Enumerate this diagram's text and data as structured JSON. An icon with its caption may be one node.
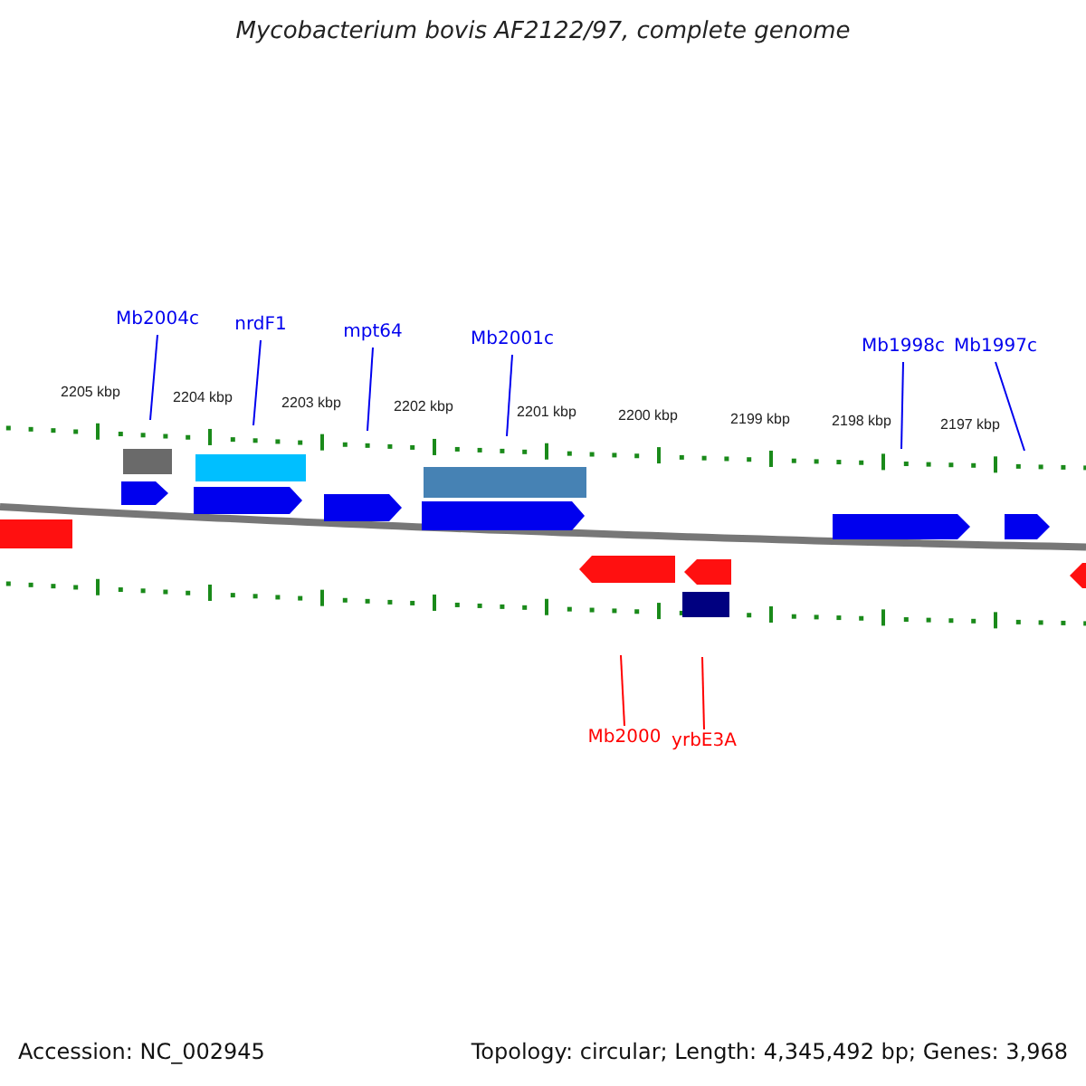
{
  "diagram": {
    "title": "Mycobacterium bovis AF2122/97, complete genome",
    "nodes": [
      {
        "text": [
          "Mb2004c"
        ]
      },
      {
        "text": [
          "nrdF1"
        ]
      },
      {
        "text": [
          "mpt64"
        ]
      },
      {
        "text": [
          "Mb2001c"
        ]
      },
      {
        "text": [
          "Mb1998c"
        ]
      },
      {
        "text": [
          "Mb1997c"
        ]
      },
      {
        "text": [
          "Mb2000"
        ]
      },
      {
        "text": [
          "yrbE3A"
        ]
      }
    ],
    "edges": [
      {
        "from": 0,
        "to": null,
        "arrow": "none"
      },
      {
        "from": 1,
        "to": null,
        "arrow": "none"
      },
      {
        "from": 2,
        "to": null,
        "arrow": "none"
      },
      {
        "from": 3,
        "to": null,
        "arrow": "none"
      },
      {
        "from": 4,
        "to": null,
        "arrow": "none"
      },
      {
        "from": 5,
        "to": null,
        "arrow": "none"
      },
      {
        "from": 6,
        "to": null,
        "arrow": "none",
        "color": "#ff0000"
      },
      {
        "from": 7,
        "to": null,
        "arrow": "none",
        "color": "#ff0000"
      }
    ],
    "labels": [
      "2205 kbp",
      "2204 kbp",
      "2203 kbp",
      "2202 kbp",
      "2201 kbp",
      "2200 kbp",
      "2199 kbp",
      "2198 kbp",
      "2197 kbp",
      "Accession: NC_002945",
      "Topology: circular; Length: 4,345,492 bp; Genes: 3,968"
    ]
  }
}
